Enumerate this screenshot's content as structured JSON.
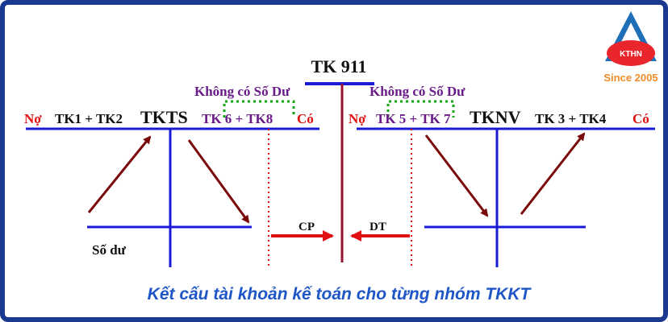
{
  "logo": {
    "abbr": "KTHN",
    "tagline": "Since 2005",
    "colors": {
      "blue": "#1f6fb8",
      "red": "#e8262b",
      "orange": "#f28c28"
    }
  },
  "diagram": {
    "center_account": "TK 911",
    "no_balance_left": "Không có Số Dư",
    "no_balance_right": "Không có Số Dư",
    "left_group": {
      "debit_label": "Nợ",
      "debit_side_accounts": "TK1 + TK2",
      "group_name": "TKTS",
      "credit_side_accounts": "TK 6 + TK8",
      "credit_label": "Có",
      "balance_label": "Số dư"
    },
    "right_group": {
      "debit_label": "Nợ",
      "debit_side_accounts": "TK 5 + TK 7",
      "group_name": "TKNV",
      "credit_side_accounts": "TK 3 + TK4",
      "credit_label": "Có"
    },
    "flow_left": "CP",
    "flow_right": "DT",
    "colors": {
      "blue_line": "#1a1ad6",
      "arrow": "#7a0a0a",
      "red": "#e01010",
      "purple": "#6a1b8a",
      "green_dots": "#15a815",
      "center_line": "#9a1030"
    }
  },
  "caption": "Kết cấu tài khoản kế toán cho từng nhóm TKKT"
}
